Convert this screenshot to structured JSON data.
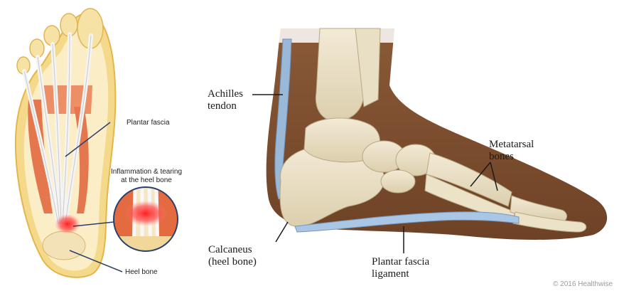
{
  "left_panel": {
    "labels": {
      "plantar_fascia": "Plantar fascia",
      "inflammation_line1": "Inflammation & tearing",
      "inflammation_line2": "at the heel bone",
      "heel_bone": "Heel bone"
    }
  },
  "right_panel": {
    "labels": {
      "achilles_line1": "Achilles",
      "achilles_line2": "tendon",
      "metatarsal_line1": "Metatarsal",
      "metatarsal_line2": "bones",
      "calcaneus_line1": "Calcaneus",
      "calcaneus_line2": "(heel bone)",
      "plantar_ligament_line1": "Plantar fascia",
      "plantar_ligament_line2": "ligament"
    }
  },
  "copyright": "© 2016 Healthwise"
}
